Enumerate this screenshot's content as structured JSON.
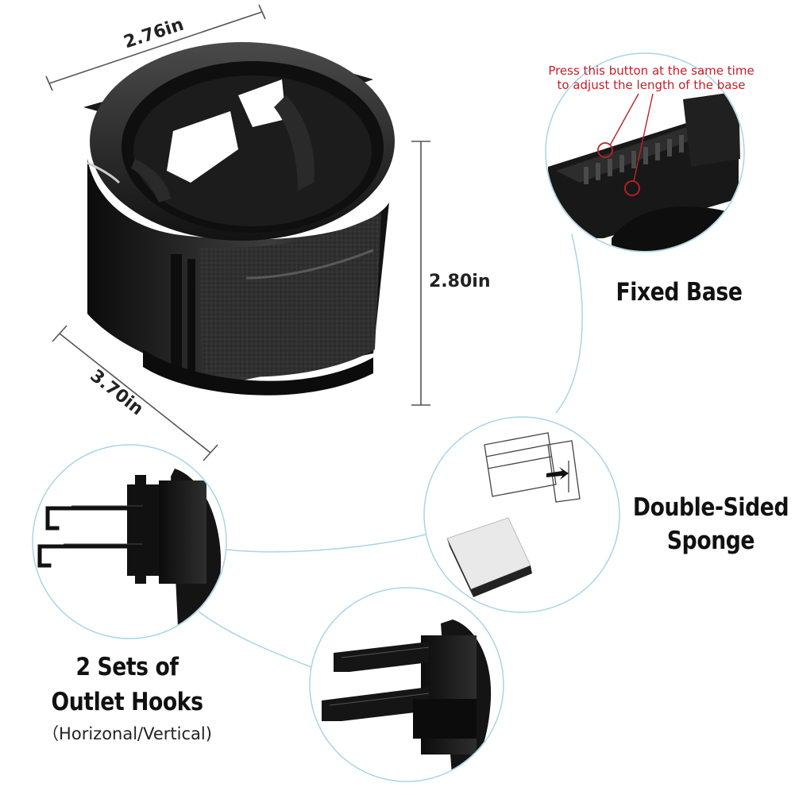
{
  "dimensions": {
    "width": "2.76in",
    "height": "2.80in",
    "depth": "3.70in"
  },
  "fixed_base": {
    "title": "Fixed Base",
    "note_line1": "Press this button at the same time",
    "note_line2": "to adjust the length of the base"
  },
  "sponge": {
    "title_line1": "Double-Sided",
    "title_line2": "Sponge"
  },
  "hooks": {
    "title_line1": "2 Sets of",
    "title_line2": "Outlet Hooks",
    "subtitle": "（Horizonal/Vertical)"
  },
  "colors": {
    "circle_stroke": "#a8d4e6",
    "note_red": "#c0202a",
    "product_black": "#151515"
  }
}
